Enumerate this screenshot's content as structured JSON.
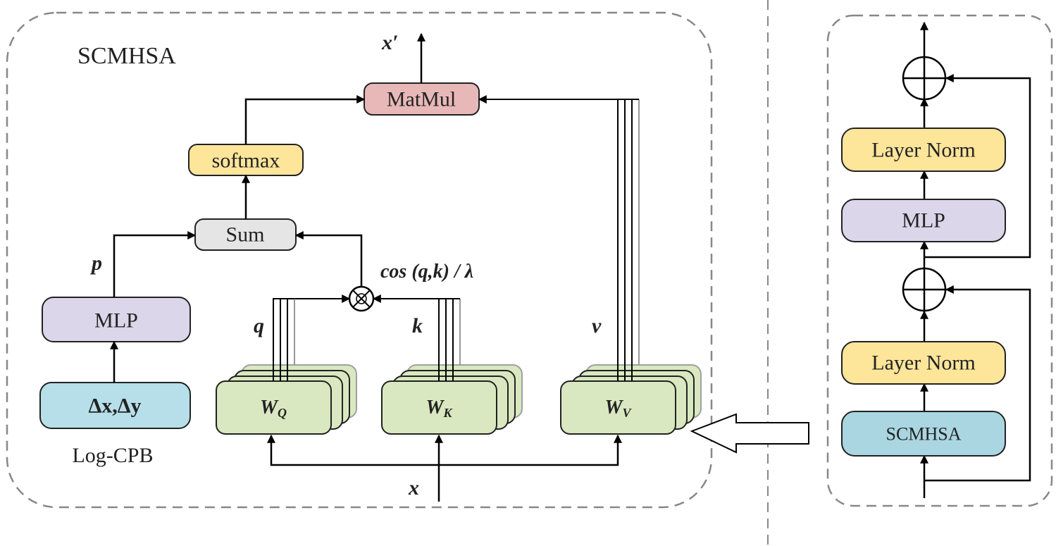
{
  "scmhsa": {
    "title": "SCMHSA",
    "output_label": "x′",
    "matmul_label": "MatMul",
    "softmax_label": "softmax",
    "sum_label": "Sum",
    "p_label": "p",
    "mlp_label": "MLP",
    "delta_label": "Δx,Δy",
    "logcpb_label": "Log-CPB",
    "cos_label": "cos (q,k) / λ",
    "q_label": "q",
    "k_label": "k",
    "v_label": "v",
    "wq": {
      "main": "W",
      "sub": "Q"
    },
    "wk": {
      "main": "W",
      "sub": "K"
    },
    "wv": {
      "main": "W",
      "sub": "V"
    },
    "input_label": "x"
  },
  "block": {
    "layernorm_top_label": "Layer Norm",
    "mlp_label": "MLP",
    "layernorm_bottom_label": "Layer Norm",
    "scmhsa_label": "SCMHSA"
  },
  "colors": {
    "matmul": "#e8b8b8",
    "softmax": "#fde59a",
    "sum": "#e5e5e5",
    "mlp": "#dcd6ea",
    "delta": "#b7dfe9",
    "weights": "#d9e8c0",
    "layernorm": "#fde59a",
    "scmhsa_box": "#a9d6e1"
  }
}
